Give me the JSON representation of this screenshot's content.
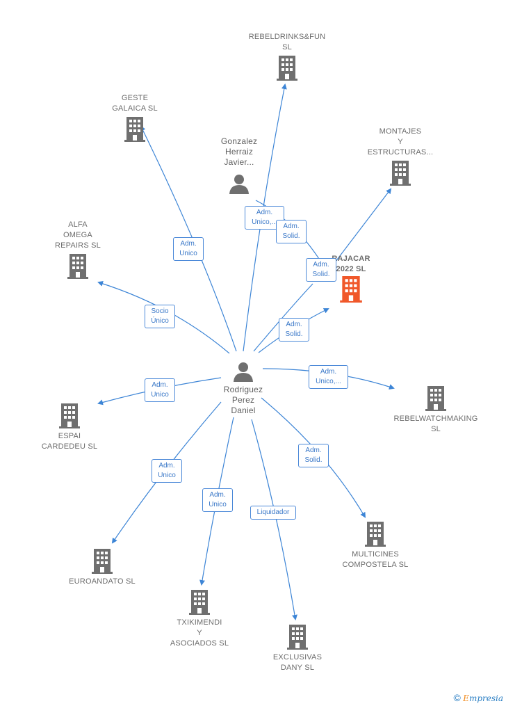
{
  "colors": {
    "edge": "#3d85d6",
    "building": "#6f6f6f",
    "highlight": "#f0582a",
    "person": "#6f6f6f"
  },
  "center": {
    "name": "Rodriguez\nPerez\nDaniel",
    "icon": "person-icon"
  },
  "person_secondary": {
    "name": "Gonzalez\nHerraiz\nJavier...",
    "icon": "person-icon"
  },
  "companies": {
    "rebeldrinks": {
      "name": "REBELDRINKS&FUN\nSL"
    },
    "geste": {
      "name": "GESTE\nGALAICA  SL"
    },
    "montajes": {
      "name": "MONTAJES\nY\nESTRUCTURAS..."
    },
    "alfa": {
      "name": "ALFA\nOMEGA\nREPAIRS  SL"
    },
    "rajacar": {
      "name": "RAJACAR\n2022  SL"
    },
    "rebelwatch": {
      "name": "REBELWATCHMAKING\nSL"
    },
    "espai": {
      "name": "ESPAI\nCARDEDEU  SL"
    },
    "euroandato": {
      "name": "EUROANDATO SL"
    },
    "multicines": {
      "name": "MULTICINES\nCOMPOSTELA SL"
    },
    "txikimendi": {
      "name": "TXIKIMENDI\nY\nASOCIADOS SL"
    },
    "exclusivas": {
      "name": "EXCLUSIVAS\nDANY SL"
    }
  },
  "relations": {
    "rebeldrinks": "Adm.\nUnico,...",
    "geste": "Adm.\nUnico",
    "montajes": "Adm.\nSolid.",
    "gonzalez_rajacar": "Adm.\nSolid.",
    "alfa": "Socio\nÚnico",
    "rajacar": "Adm.\nSolid.",
    "rebelwatch": "Adm.\nUnico,...",
    "espai": "Adm.\nUnico",
    "euroandato": "Adm.\nUnico",
    "multicines": "Adm.\nSolid.",
    "txikimendi": "Adm.\nUnico",
    "exclusivas": "Liquidador"
  },
  "brand": {
    "symbol": "©",
    "initial": "E",
    "rest": "mpresia"
  }
}
